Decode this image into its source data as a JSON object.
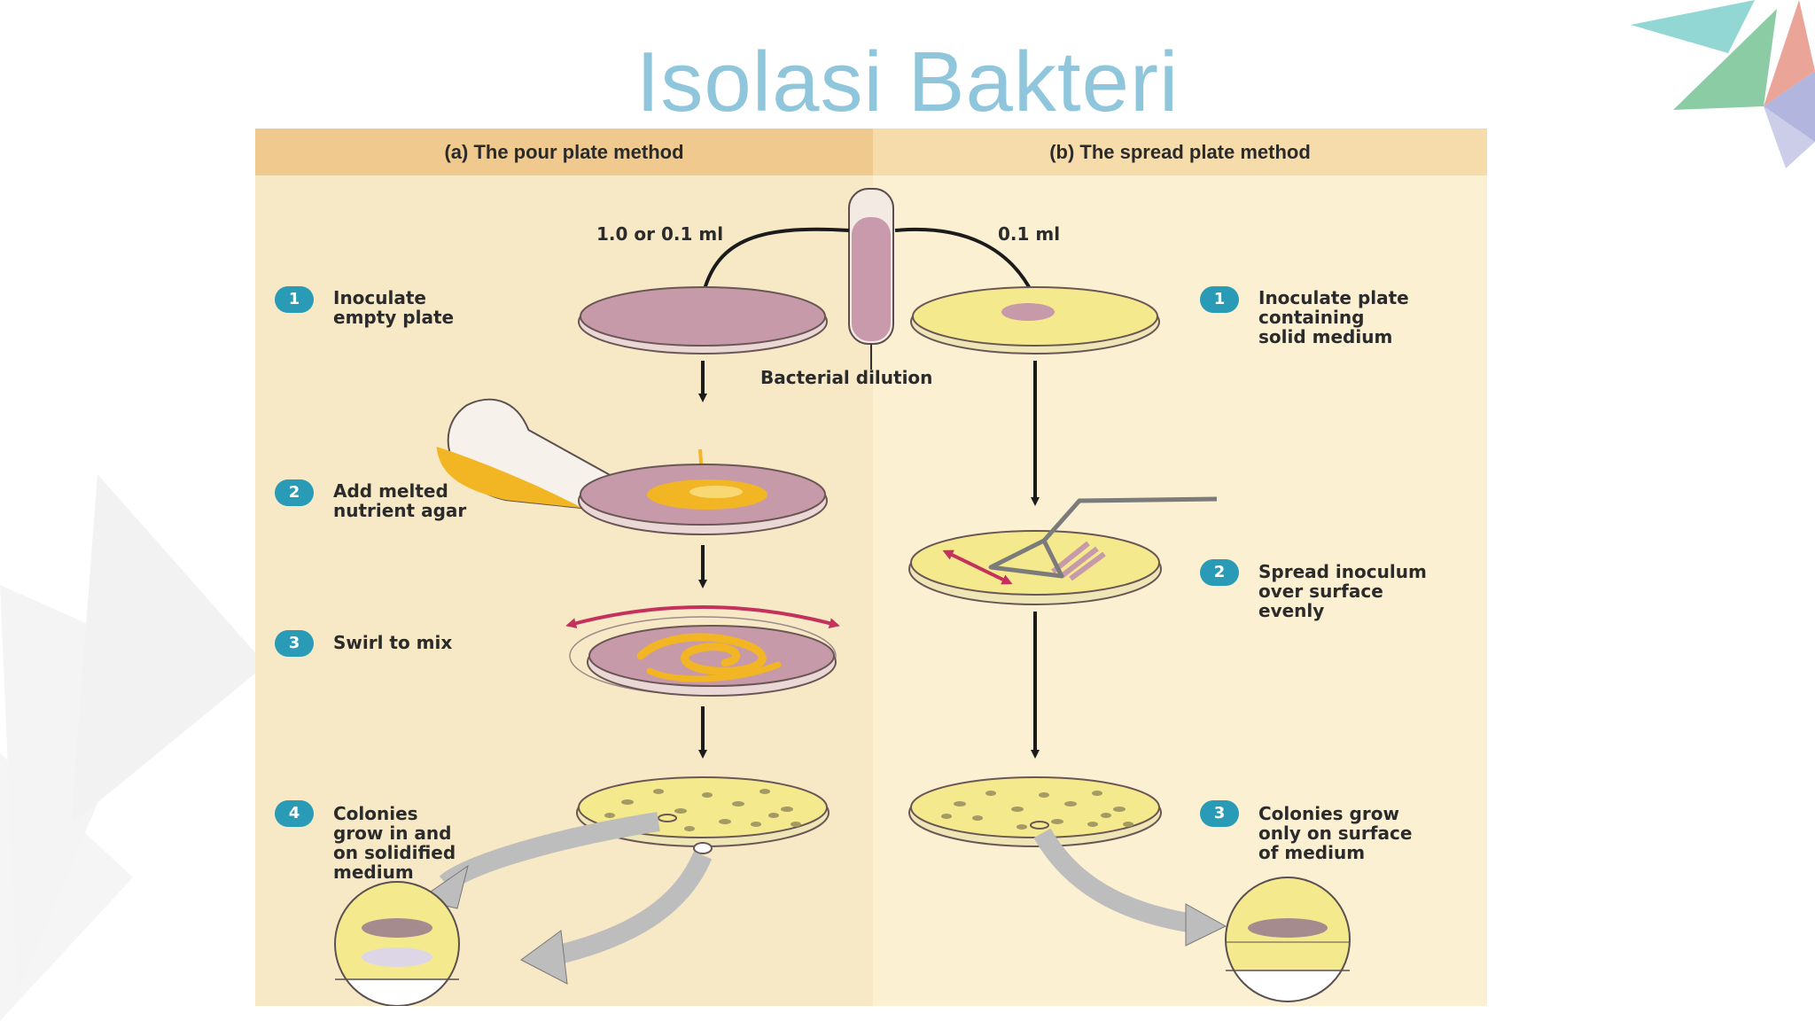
{
  "slide": {
    "title": "Isolasi Bakteri"
  },
  "figure": {
    "left_header": "(a) The pour plate method",
    "right_header": "(b) The spread plate method",
    "volume_left": "1.0 or 0.1 ml",
    "volume_right": "0.1 ml",
    "tube_label": "Bacterial dilution",
    "pour_steps": [
      {
        "number": "1",
        "label": "Inoculate\nempty plate"
      },
      {
        "number": "2",
        "label": "Add melted\nnutrient agar"
      },
      {
        "number": "3",
        "label": "Swirl to mix"
      },
      {
        "number": "4",
        "label": "Colonies\ngrow in and\non solidified\nmedium"
      }
    ],
    "spread_steps": [
      {
        "number": "1",
        "label": "Inoculate plate\ncontaining\nsolid medium"
      },
      {
        "number": "2",
        "label": "Spread inoculum\nover surface\nevenly"
      },
      {
        "number": "3",
        "label": "Colonies grow\nonly on surface\nof medium"
      }
    ]
  },
  "colors": {
    "title": "#8fc6dc",
    "header_band": "#f0c98e",
    "left_panel": "#f7e9c6",
    "right_panel": "#fbf0d2",
    "step_badge": "#2a9bb6",
    "inoculum": "#c79aa9",
    "agar": "#f5e98e",
    "melted_agar": "#f4b92a",
    "swirl_arrow": "#c4315c"
  }
}
